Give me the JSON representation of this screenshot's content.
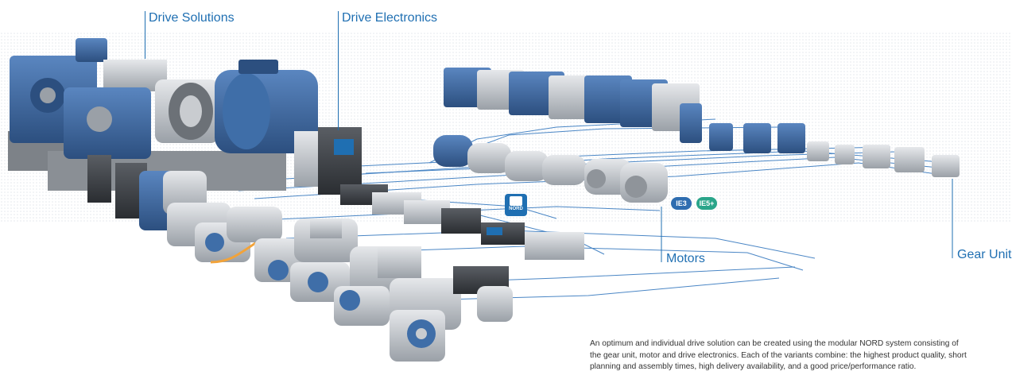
{
  "labels": {
    "drive_solutions": "Drive Solutions",
    "drive_electronics": "Drive Electronics",
    "motors": "Motors",
    "gear_units": "Gear Units"
  },
  "badges": {
    "ie3": "IE3",
    "ie5": "IE5+"
  },
  "logo": {
    "nord": "NORD"
  },
  "caption": {
    "line1": "An optimum and individual drive solution can be created using the modular NORD system consisting of",
    "line2": "the gear unit, motor and drive electronics. Each of the variants combine: the highest product quality, short",
    "line3": "planning and assembly times, high delivery availability, and a good price/performance ratio."
  },
  "colors": {
    "accent": "#1f6fb2",
    "gear_blue": "#3f6ea8",
    "gear_blue_dark": "#2c4f7f",
    "aluminium": "#c9ccd0",
    "aluminium_dark": "#8f949a",
    "electronics_dark": "#3a3d42",
    "ie3_badge": "#2f6db0",
    "ie5_badge": "#2aa58a",
    "cable_orange": "#f2a33a"
  }
}
